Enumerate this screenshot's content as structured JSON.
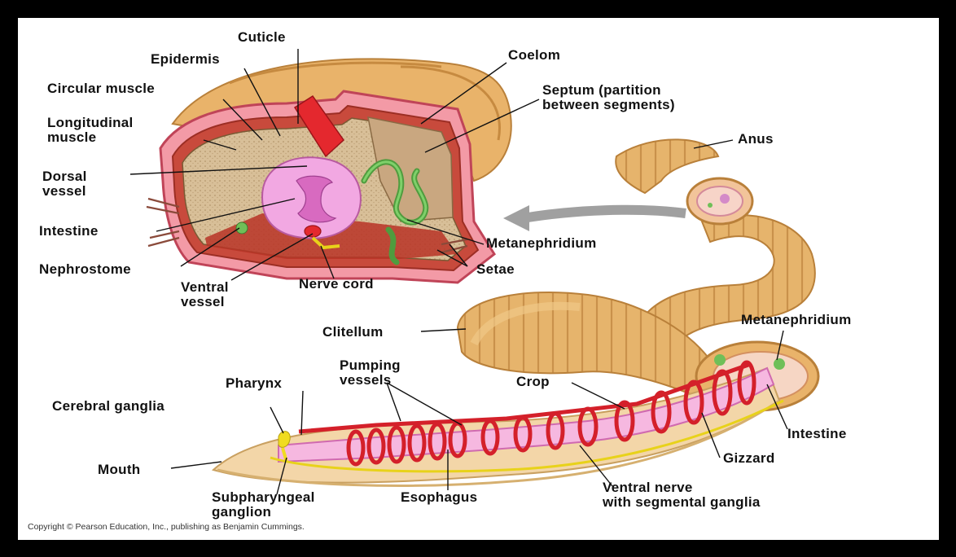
{
  "labels": {
    "cuticle": "Cuticle",
    "epidermis": "Epidermis",
    "circular_muscle": "Circular muscle",
    "longitudinal_muscle": "Longitudinal\nmuscle",
    "dorsal_vessel": "Dorsal\nvessel",
    "intestine_top": "Intestine",
    "nephrostome": "Nephrostome",
    "ventral_vessel": "Ventral\nvessel",
    "nerve_cord": "Nerve cord",
    "coelom": "Coelom",
    "septum": "Septum (partition\nbetween segments)",
    "anus": "Anus",
    "metanephridium_top": "Metanephridium",
    "setae": "Setae",
    "clitellum": "Clitellum",
    "metanephridium_right": "Metanephridium",
    "pumping_vessels": "Pumping\nvessels",
    "pharynx": "Pharynx",
    "crop": "Crop",
    "cerebral_ganglia": "Cerebral ganglia",
    "intestine_right": "Intestine",
    "gizzard": "Gizzard",
    "mouth": "Mouth",
    "subpharyngeal_ganglion": "Subpharyngeal\nganglion",
    "esophagus": "Esophagus",
    "ventral_nerve": "Ventral nerve\nwith segmental ganglia"
  },
  "copyright": "Copyright © Pearson Education, Inc., publishing as Benjamin Cummings.",
  "colors": {
    "body": "#e9b86e",
    "body_dark": "#b9803a",
    "tissue_pink": "#f08a9a",
    "vessel_red": "#d4202a",
    "intestine_pink": "#ee9ad8",
    "nephridium_green": "#5cab4a",
    "nerve_yellow": "#e8d21a",
    "coelom_tan": "#d8bf98",
    "arrow_gray": "#9a9a9a"
  }
}
